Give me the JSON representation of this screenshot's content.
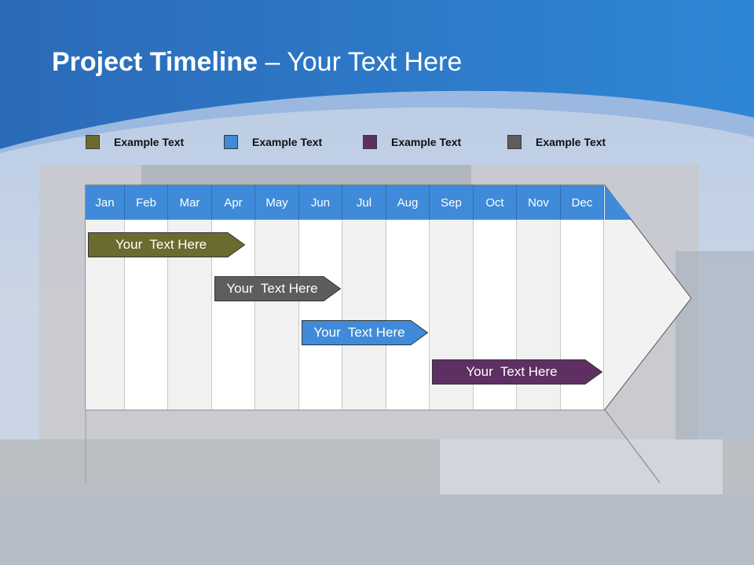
{
  "slide": {
    "title_bold": "Project Timeline",
    "title_rest": " – Your Text Here"
  },
  "legend": [
    {
      "label": "Example Text",
      "color": "#6b6b2f"
    },
    {
      "label": "Example Text",
      "color": "#3f8bd9"
    },
    {
      "label": "Example Text",
      "color": "#5e2f62"
    },
    {
      "label": "Example Text",
      "color": "#5d5d5d"
    }
  ],
  "timeline": {
    "months": [
      "Jan",
      "Feb",
      "Mar",
      "Apr",
      "May",
      "Jun",
      "Jul",
      "Aug",
      "Sep",
      "Oct",
      "Nov",
      "Dec"
    ],
    "header_color": "#3f8bd9",
    "bars": [
      {
        "label": "Your  Text Here",
        "color": "#6b6b2f",
        "start_month": 1.0,
        "end_month": 4.8
      },
      {
        "label": "Your  Text Here",
        "color": "#5d5d5d",
        "start_month": 4.0,
        "end_month": 7.0
      },
      {
        "label": "Your  Text Here",
        "color": "#3f8bd9",
        "start_month": 6.0,
        "end_month": 9.0
      },
      {
        "label": "Your  Text Here",
        "color": "#5e2f62",
        "start_month": 9.0,
        "end_month": 13.0
      }
    ]
  }
}
